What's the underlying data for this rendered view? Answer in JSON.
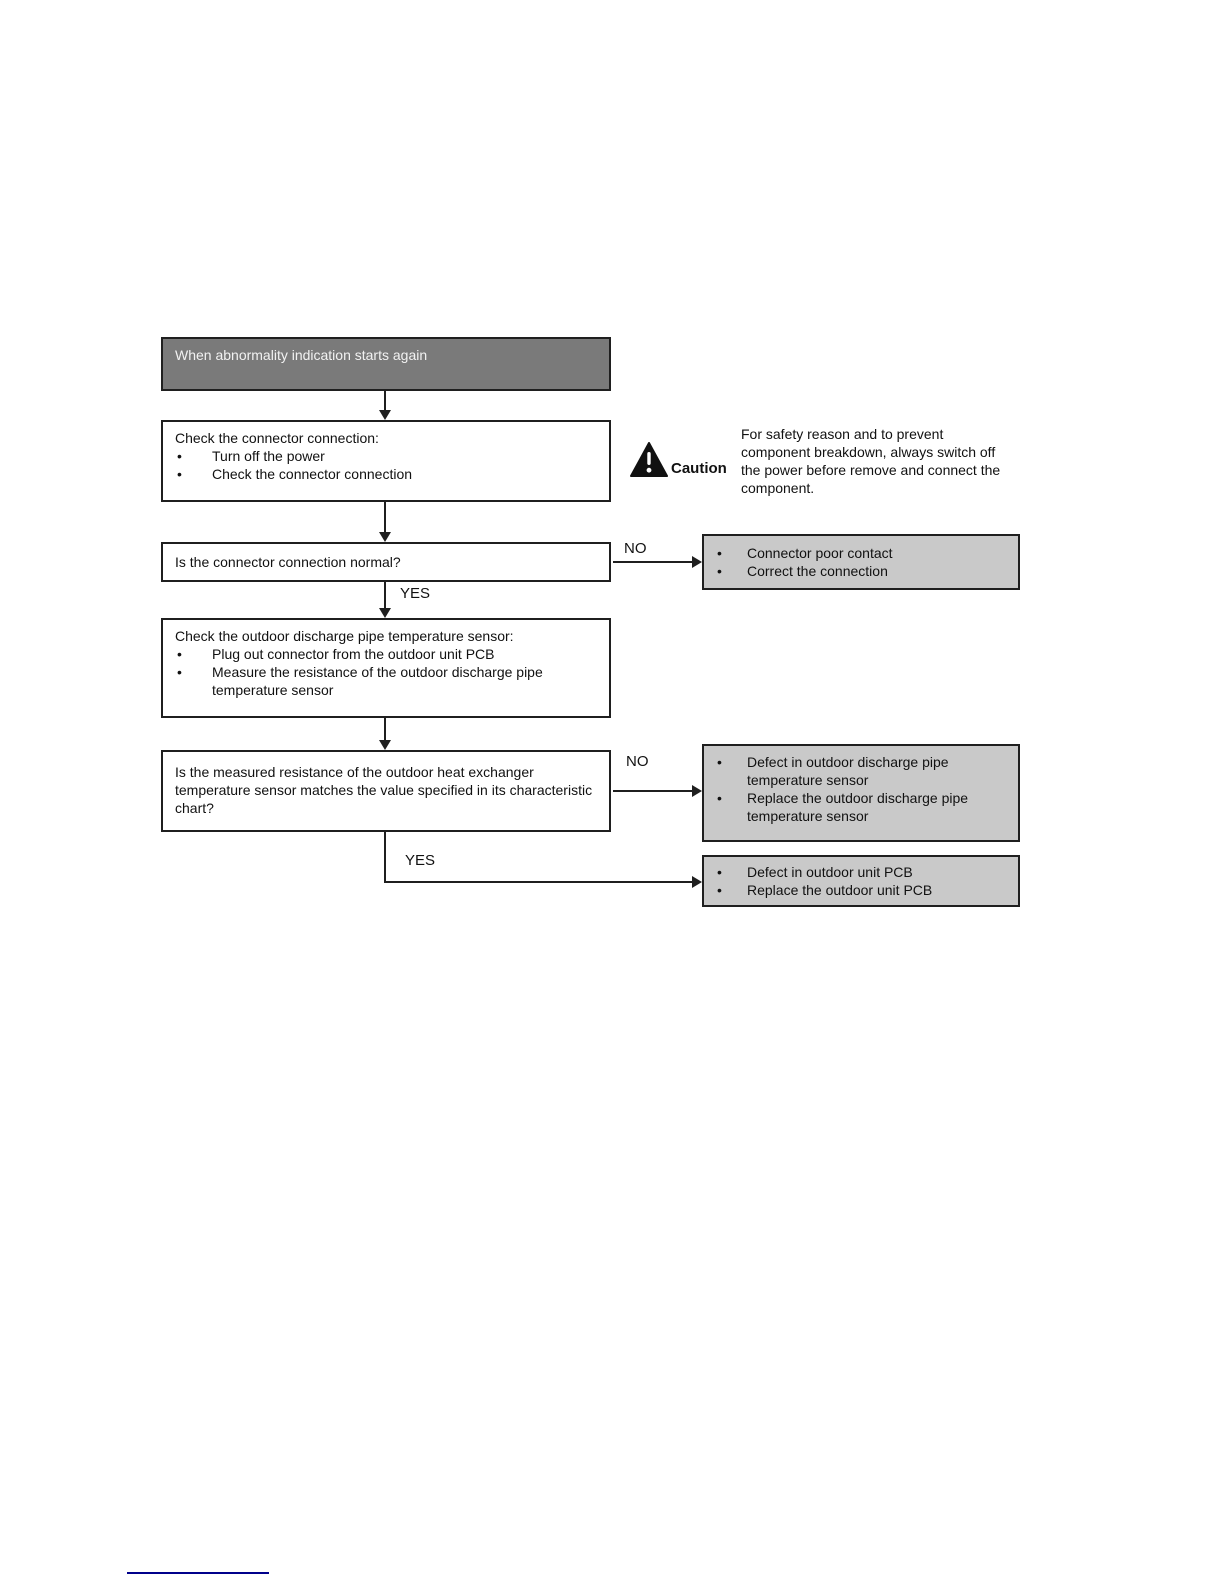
{
  "flow": {
    "start_label": "When abnormality indication starts again",
    "yes_label": "YES",
    "no_label": "NO",
    "check_connector": {
      "title": "Check the connector connection:",
      "bullets": [
        "Turn off the power",
        "Check the connector connection"
      ]
    },
    "caution": {
      "label": "Caution",
      "text": "For safety reason and to prevent component breakdown, always switch off the power before remove and connect the component."
    },
    "question_connector": "Is the connector connection normal?",
    "result_connector": {
      "bullets": [
        "Connector poor contact",
        "Correct the connection"
      ]
    },
    "check_sensor": {
      "title": "Check the outdoor discharge pipe temperature sensor:",
      "bullets": [
        "Plug out connector from the outdoor unit PCB",
        "Measure the resistance of the outdoor discharge pipe temperature sensor"
      ]
    },
    "question_resistance": "Is the measured resistance of the outdoor heat exchanger temperature sensor matches the value specified in its characteristic chart?",
    "result_sensor": {
      "bullets": [
        "Defect in outdoor discharge pipe temperature sensor",
        "Replace the outdoor discharge pipe temperature sensor"
      ]
    },
    "result_pcb": {
      "bullets": [
        "Defect in outdoor unit PCB",
        "Replace the outdoor unit PCB"
      ]
    }
  },
  "colors": {
    "header_bg": "#7a7a7a",
    "result_bg": "#c9c9c9",
    "line": "#1f1f1f",
    "footer_rule": "#00008b"
  }
}
